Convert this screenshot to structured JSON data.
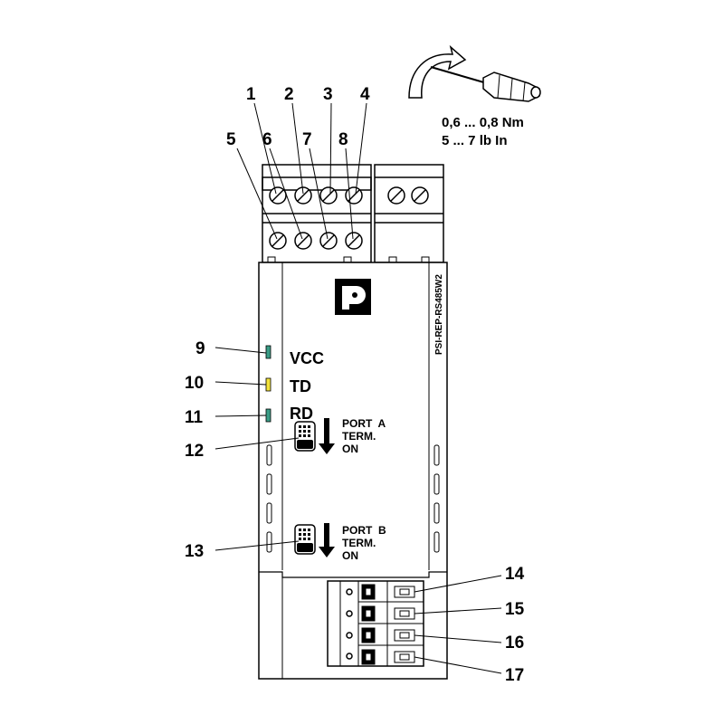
{
  "device": {
    "model": "PSI-REP-RS485W2",
    "logo": "phoenix-contact-logo"
  },
  "torque": {
    "line1": "0,6 ... 0,8 Nm",
    "line2": "5 ... 7 lb In"
  },
  "leds": [
    {
      "label": "VCC",
      "color": "#3a9c86"
    },
    {
      "label": "TD",
      "color": "#f2e23a"
    },
    {
      "label": "RD",
      "color": "#3a9c86"
    }
  ],
  "switches": [
    {
      "line1": "PORT  A",
      "line2": "TERM.",
      "line3": "ON"
    },
    {
      "line1": "PORT  B",
      "line2": "TERM.",
      "line3": "ON"
    }
  ],
  "callouts": [
    "1",
    "2",
    "3",
    "4",
    "5",
    "6",
    "7",
    "8",
    "9",
    "10",
    "11",
    "12",
    "13",
    "14",
    "15",
    "16",
    "17"
  ],
  "colors": {
    "outline": "#000000",
    "housing": "#ffffff",
    "led_green": "#3a9c86",
    "led_yellow": "#f2e23a"
  }
}
